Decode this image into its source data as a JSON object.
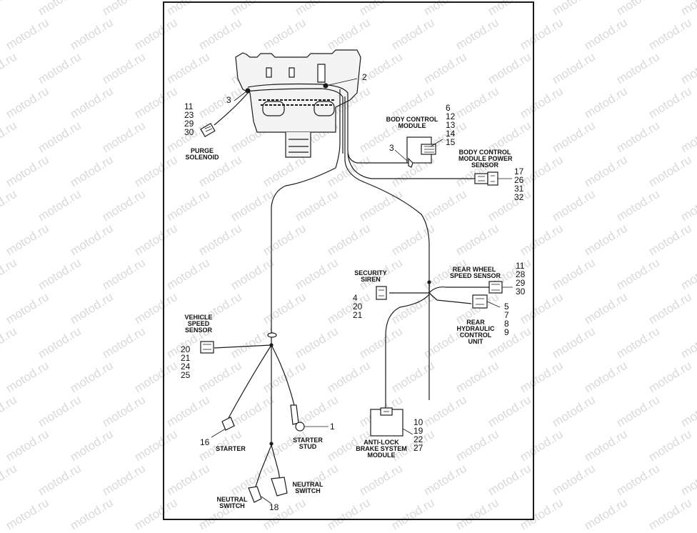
{
  "watermark": "motod.ru",
  "components": {
    "purge_solenoid": "PURGE\nSOLENOID",
    "body_control_module": "BODY CONTROL\nMODULE",
    "bcm_power_sensor": "BODY CONTROL\nMODULE POWER\nSENSOR",
    "security_siren": "SECURITY\nSIREN",
    "rear_wheel_speed_sensor": "REAR WHEEL\nSPEED SENSOR",
    "rear_hydraulic_control_unit": "REAR\nHYDRAULIC\nCONTROL\nUNIT",
    "vehicle_speed_sensor": "VEHICLE\nSPEED\nSENSOR",
    "starter": "STARTER",
    "starter_stud": "STARTER\nSTUD",
    "abs_module": "ANTI-LOCK\nBRAKE SYSTEM\nMODULE",
    "neutral_switch_left": "NEUTRAL\nSWITCH",
    "neutral_switch_right": "NEUTRAL\nSWITCH"
  },
  "callouts": {
    "c2": "2",
    "c3_top": "3",
    "c3_bcm": "3",
    "purge_refs": [
      "11",
      "23",
      "29",
      "30"
    ],
    "bcm_refs": [
      "6",
      "12",
      "13",
      "14",
      "15"
    ],
    "bcm_power_refs": [
      "17",
      "26",
      "31",
      "32"
    ],
    "rear_wheel_refs": [
      "11",
      "28",
      "29",
      "30"
    ],
    "siren_refs": [
      "4",
      "20",
      "21"
    ],
    "rhcu_refs": [
      "5",
      "7",
      "8",
      "9"
    ],
    "vss_refs": [
      "20",
      "21",
      "24",
      "25"
    ],
    "c1": "1",
    "c16": "16",
    "abs_refs": [
      "10",
      "19",
      "22",
      "27"
    ],
    "c18": "18"
  }
}
